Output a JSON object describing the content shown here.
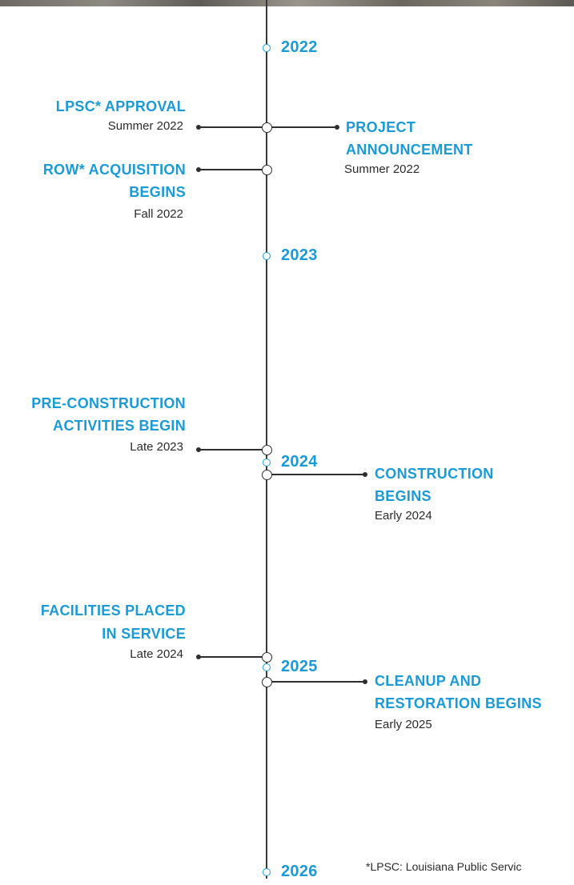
{
  "timeline": {
    "years": [
      "2022",
      "2023",
      "2024",
      "2025",
      "2026"
    ],
    "events": {
      "lpsc_approval": {
        "title_lines": [
          "LPSC* APPROVAL"
        ],
        "date": "Summer 2022"
      },
      "project_announcement": {
        "title_lines": [
          "PROJECT",
          "ANNOUNCEMENT"
        ],
        "date": "Summer 2022"
      },
      "row_acquisition": {
        "title_lines": [
          "ROW* ACQUISITION",
          "BEGINS"
        ],
        "date": "Fall 2022"
      },
      "pre_construction": {
        "title_lines": [
          "PRE-CONSTRUCTION",
          "ACTIVITIES BEGIN"
        ],
        "date": "Late 2023"
      },
      "construction": {
        "title_lines": [
          "CONSTRUCTION",
          "BEGINS"
        ],
        "date": "Early 2024"
      },
      "facilities_in_service": {
        "title_lines": [
          "FACILITIES PLACED",
          "IN SERVICE"
        ],
        "date": "Late 2024"
      },
      "cleanup_restoration": {
        "title_lines": [
          "CLEANUP AND",
          "RESTORATION BEGINS"
        ],
        "date": "Early 2025"
      }
    },
    "footnote": "*LPSC: Louisiana Public Servic"
  },
  "colors": {
    "accent": "#1b9ad6",
    "line": "#2e2e2e",
    "text": "#2b2b2b"
  }
}
